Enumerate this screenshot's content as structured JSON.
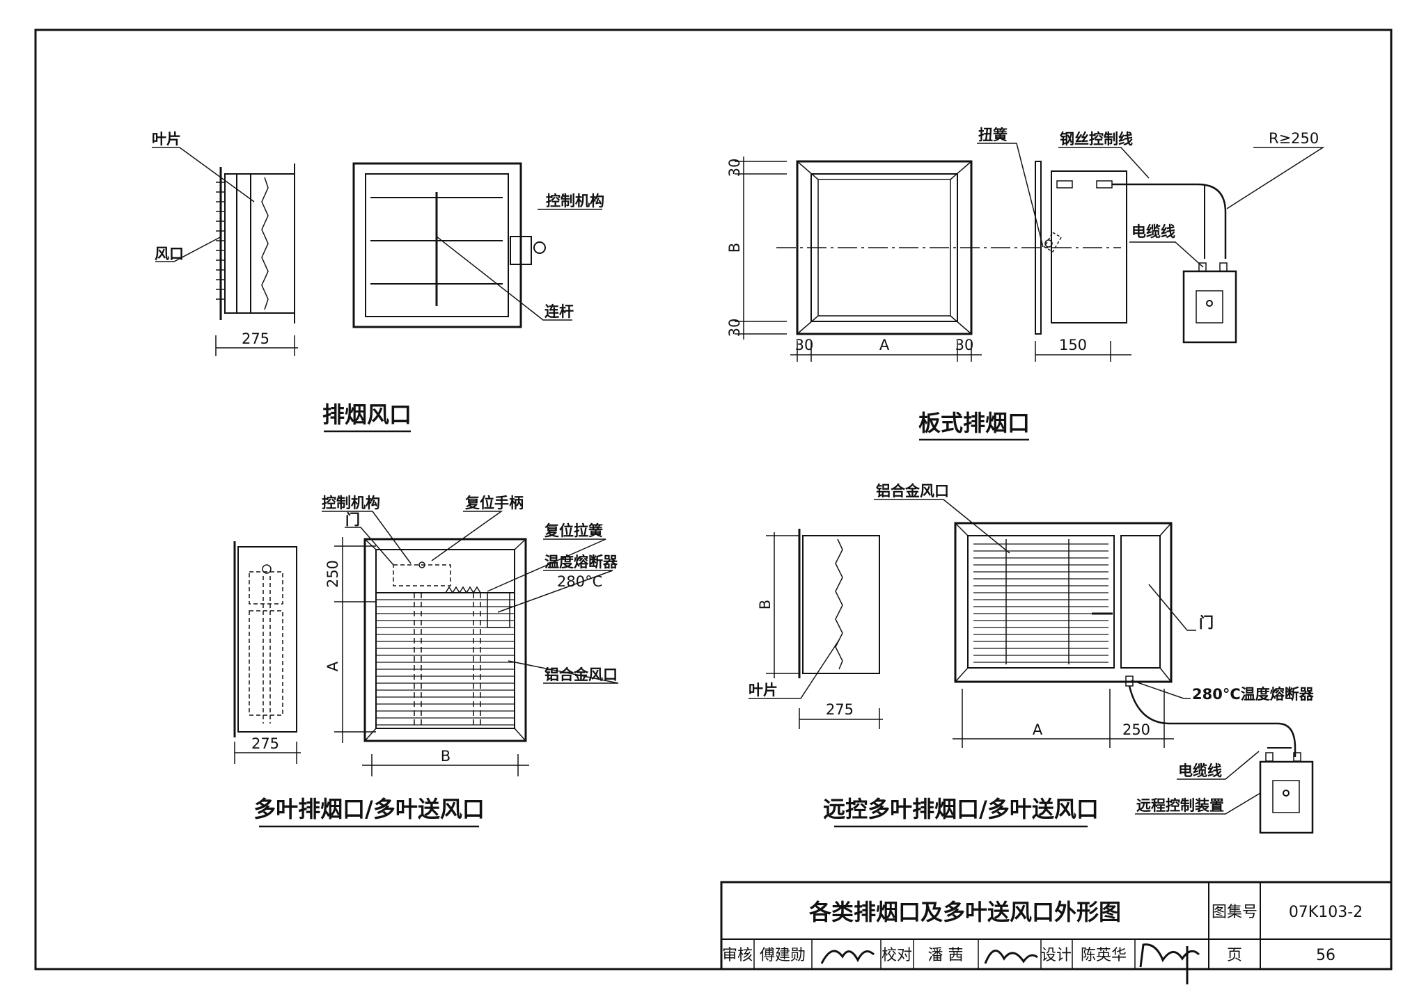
{
  "drawings": {
    "exhaust_vent": {
      "caption": "排烟风口",
      "labels": {
        "blade": "叶片",
        "vent": "风口",
        "control": "控制机构",
        "rod": "连杆"
      },
      "dims": {
        "depth": "275"
      }
    },
    "plate_vent": {
      "caption": "板式排烟口",
      "labels": {
        "spring": "扭簧",
        "wire": "钢丝控制线",
        "radius": "R≥250",
        "cable": "电缆线"
      },
      "dims": {
        "top": "30",
        "height": "B",
        "bottom": "30",
        "left": "30",
        "width": "A",
        "right": "30",
        "depth": "150"
      }
    },
    "multi_blade": {
      "caption": "多叶排烟口/多叶送风口",
      "labels": {
        "control": "控制机构",
        "handle": "复位手柄",
        "door": "门",
        "reset_spring": "复位拉簧",
        "fuse": "温度熔断器",
        "fuse_temp": "280°C",
        "grille": "铝合金风口"
      },
      "dims": {
        "door_h": "250",
        "height": "A",
        "width": "B",
        "depth": "275"
      }
    },
    "remote_multi_blade": {
      "caption": "远控多叶排烟口/多叶送风口",
      "labels": {
        "grille": "铝合金风口",
        "door": "门",
        "fuse": "280°C温度熔断器",
        "blade": "叶片",
        "cable": "电缆线",
        "remote": "远程控制装置"
      },
      "dims": {
        "height": "B",
        "depth": "275",
        "width": "A",
        "door_w": "250"
      }
    }
  },
  "title_block": {
    "title": "各类排烟口及多叶送风口外形图",
    "atlas_label": "图集号",
    "atlas_no": "07K103-2",
    "review_label": "审核",
    "reviewer": "傅建勋",
    "check_label": "校对",
    "checker": "潘 茜",
    "design_label": "设计",
    "designer": "陈英华",
    "page_label": "页",
    "page_no": "56"
  }
}
